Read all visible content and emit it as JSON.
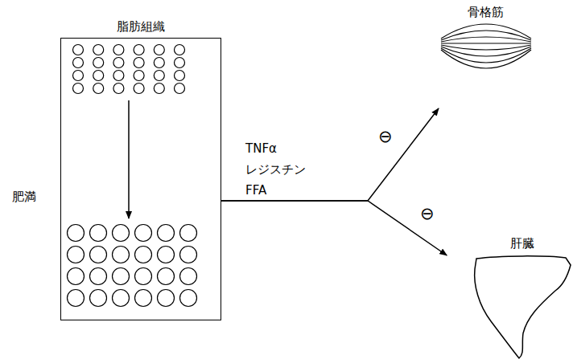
{
  "diagram": {
    "nodes": [
      {
        "text": [
          "脂肪組織"
        ]
      },
      {
        "text": [
          "骨格筋"
        ]
      },
      {
        "text": [
          "肝臓"
        ]
      }
    ],
    "edges": [
      {
        "from": 0,
        "to": 1,
        "arrow": "to"
      },
      {
        "from": 0,
        "to": 2,
        "arrow": "to"
      }
    ],
    "labels": [
      "肥満",
      "TNFα",
      "レジスチン",
      "FFA",
      "⊖",
      "⊖"
    ]
  }
}
